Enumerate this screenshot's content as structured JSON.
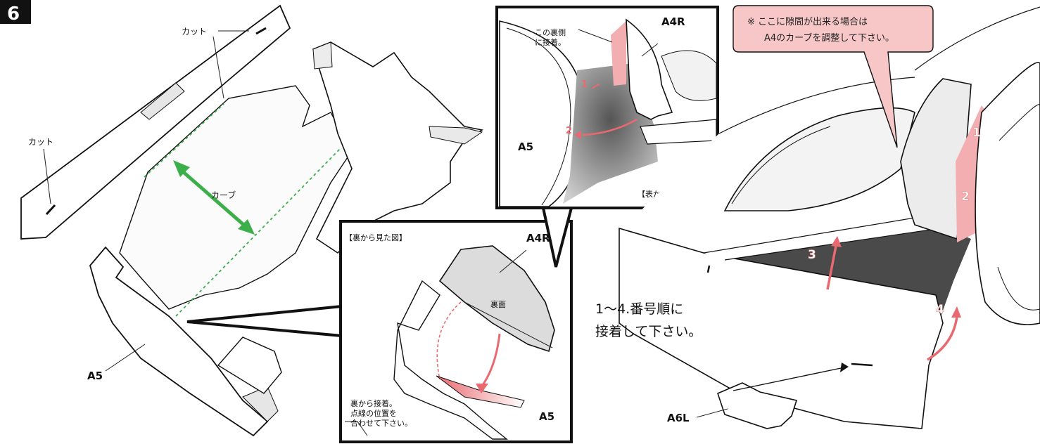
{
  "step_number": "6",
  "labels": {
    "cut_top": "カット",
    "cut_left": "カット",
    "curve": "カーブ",
    "a5_main": "A5",
    "a5_inset_top": "A5",
    "a5_inset_bottom": "A5",
    "a4r_inset_top": "A4R",
    "a4r_inset_bottom": "A4R",
    "a6l": "A6L",
    "glue_back_line1": "この裏側",
    "glue_back_line2": "に接着。",
    "view_front": "【表から見た図】",
    "view_back": "【裏から見た図】",
    "back_side": "裏面",
    "glue_note_line1": "裏から接着。",
    "glue_note_line2": "点線の位置を",
    "glue_note_line3": "合わせて下さい。",
    "order_line1": "1〜4.番号順に",
    "order_line2": "接着して下さい。",
    "callout_line1": "※ ここに隙間が出来る場合は",
    "callout_line2": "A4のカーブを調整して下さい。"
  },
  "step_markers": {
    "inset_1": "1",
    "inset_2": "2",
    "car_1": "1",
    "car_2": "2",
    "car_3": "3",
    "car_4": "4"
  },
  "colors": {
    "pink": "#f2aeb0",
    "red_arrow": "#e86a70",
    "green_arrow": "#3cae4a",
    "dash_green": "#3cae4a",
    "callout_fill": "#f7c7c8"
  }
}
